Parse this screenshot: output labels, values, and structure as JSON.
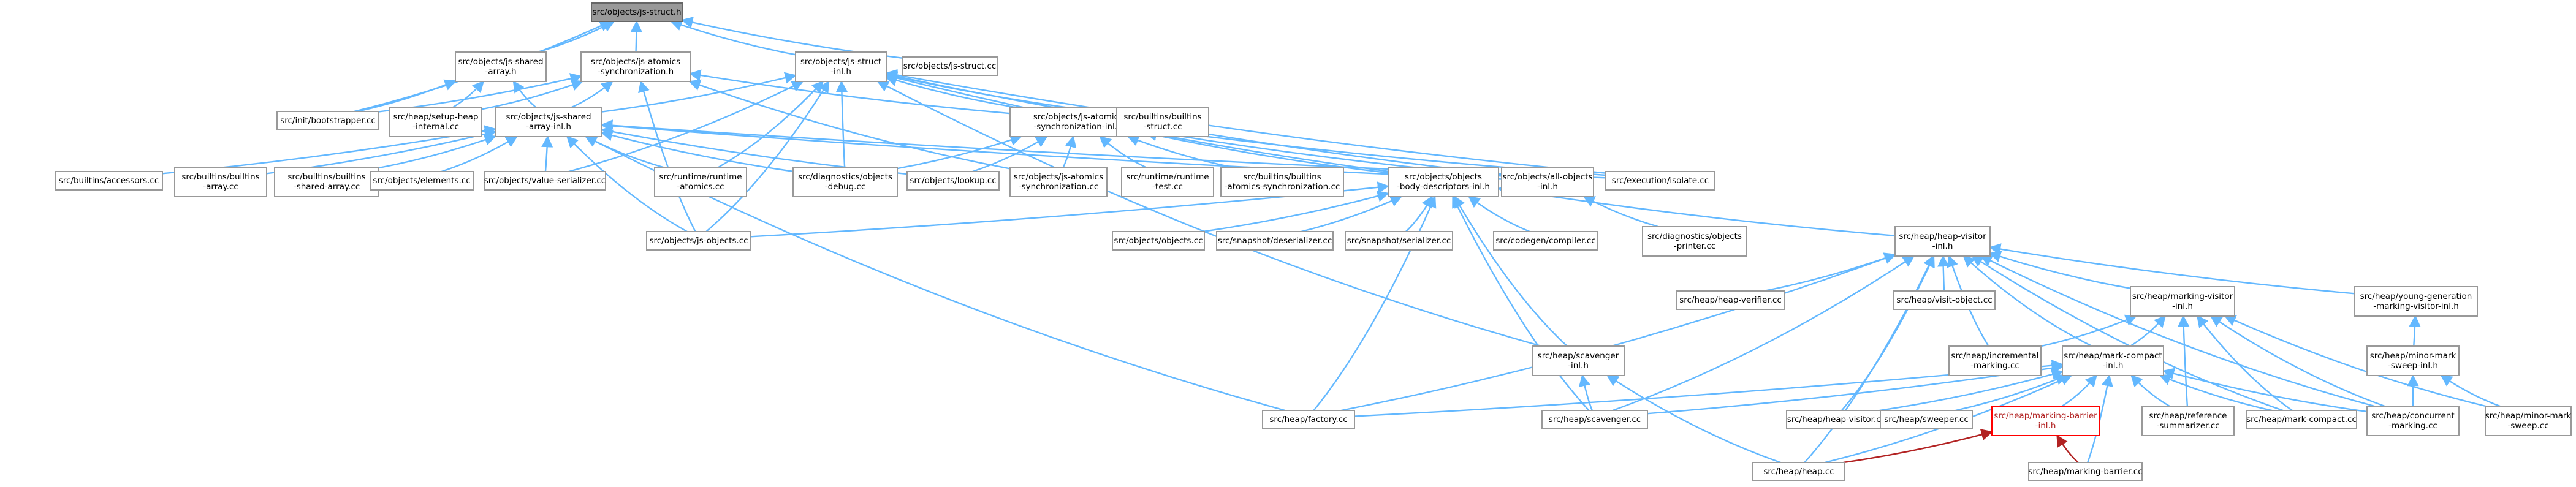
{
  "graph": {
    "nodes": [
      {
        "id": "jsstructh",
        "lines": [
          "src/objects/js-struct.h"
        ],
        "variant": "root"
      },
      {
        "id": "jssharedarrayh",
        "lines": [
          "src/objects/js-shared",
          "-array.h"
        ]
      },
      {
        "id": "jsatomicssynch",
        "lines": [
          "src/objects/js-atomics",
          "-synchronization.h"
        ]
      },
      {
        "id": "jsstructinlh",
        "lines": [
          "src/objects/js-struct",
          "-inl.h"
        ]
      },
      {
        "id": "jsstructcc",
        "lines": [
          "src/objects/js-struct.cc"
        ]
      },
      {
        "id": "bootstrapper",
        "lines": [
          "src/init/bootstrapper.cc"
        ]
      },
      {
        "id": "setupheap",
        "lines": [
          "src/heap/setup-heap",
          "-internal.cc"
        ]
      },
      {
        "id": "jssharedarrayinl",
        "lines": [
          "src/objects/js-shared",
          "-array-inl.h"
        ]
      },
      {
        "id": "jsatomicssyncinl",
        "lines": [
          "src/objects/js-atomics",
          "-synchronization-inl.h"
        ]
      },
      {
        "id": "builtinsstruct",
        "lines": [
          "src/builtins/builtins",
          "-struct.cc"
        ]
      },
      {
        "id": "accessors",
        "lines": [
          "src/builtins/accessors.cc"
        ]
      },
      {
        "id": "builtinsarray",
        "lines": [
          "src/builtins/builtins",
          "-array.cc"
        ]
      },
      {
        "id": "builtinssharedarray",
        "lines": [
          "src/builtins/builtins",
          "-shared-array.cc"
        ]
      },
      {
        "id": "elements",
        "lines": [
          "src/objects/elements.cc"
        ]
      },
      {
        "id": "valueserializer",
        "lines": [
          "src/objects/value-serializer.cc"
        ]
      },
      {
        "id": "runtimeatomics",
        "lines": [
          "src/runtime/runtime",
          "-atomics.cc"
        ]
      },
      {
        "id": "objectsdebug",
        "lines": [
          "src/diagnostics/objects",
          "-debug.cc"
        ]
      },
      {
        "id": "lookup",
        "lines": [
          "src/objects/lookup.cc"
        ]
      },
      {
        "id": "jsatomicssynccc",
        "lines": [
          "src/objects/js-atomics",
          "-synchronization.cc"
        ]
      },
      {
        "id": "runtimetest",
        "lines": [
          "src/runtime/runtime",
          "-test.cc"
        ]
      },
      {
        "id": "builtinsatomicssync",
        "lines": [
          "src/builtins/builtins",
          "-atomics-synchronization.cc"
        ]
      },
      {
        "id": "bodydescinl",
        "lines": [
          "src/objects/objects",
          "-body-descriptors-inl.h"
        ]
      },
      {
        "id": "allobjectsinl",
        "lines": [
          "src/objects/all-objects",
          "-inl.h"
        ]
      },
      {
        "id": "isolate",
        "lines": [
          "src/execution/isolate.cc"
        ]
      },
      {
        "id": "jsobjects",
        "lines": [
          "src/objects/js-objects.cc"
        ]
      },
      {
        "id": "objectscc",
        "lines": [
          "src/objects/objects.cc"
        ]
      },
      {
        "id": "deserializer",
        "lines": [
          "src/snapshot/deserializer.cc"
        ]
      },
      {
        "id": "serializer",
        "lines": [
          "src/snapshot/serializer.cc"
        ]
      },
      {
        "id": "compiler",
        "lines": [
          "src/codegen/compiler.cc"
        ]
      },
      {
        "id": "objectsprinter",
        "lines": [
          "src/diagnostics/objects",
          "-printer.cc"
        ]
      },
      {
        "id": "heapvisitorinl",
        "lines": [
          "src/heap/heap-visitor",
          "-inl.h"
        ]
      },
      {
        "id": "heapverifier",
        "lines": [
          "src/heap/heap-verifier.cc"
        ]
      },
      {
        "id": "visitobject",
        "lines": [
          "src/heap/visit-object.cc"
        ]
      },
      {
        "id": "markingvisitorinl",
        "lines": [
          "src/heap/marking-visitor",
          "-inl.h"
        ]
      },
      {
        "id": "younggen",
        "lines": [
          "src/heap/young-generation",
          "-marking-visitor-inl.h"
        ]
      },
      {
        "id": "scavengerinl",
        "lines": [
          "src/heap/scavenger",
          "-inl.h"
        ]
      },
      {
        "id": "incrementalmarking",
        "lines": [
          "src/heap/incremental",
          "-marking.cc"
        ]
      },
      {
        "id": "markcompactinl",
        "lines": [
          "src/heap/mark-compact",
          "-inl.h"
        ]
      },
      {
        "id": "minormarksweepinl",
        "lines": [
          "src/heap/minor-mark",
          "-sweep-inl.h"
        ]
      },
      {
        "id": "factory",
        "lines": [
          "src/heap/factory.cc"
        ]
      },
      {
        "id": "scavengercc",
        "lines": [
          "src/heap/scavenger.cc"
        ]
      },
      {
        "id": "heapvisitorcc",
        "lines": [
          "src/heap/heap-visitor.cc"
        ]
      },
      {
        "id": "sweeper",
        "lines": [
          "src/heap/sweeper.cc"
        ]
      },
      {
        "id": "markingbarrierinl",
        "lines": [
          "src/heap/marking-barrier",
          "-inl.h"
        ],
        "variant": "red"
      },
      {
        "id": "refsummarizer",
        "lines": [
          "src/heap/reference",
          "-summarizer.cc"
        ]
      },
      {
        "id": "markcompactcc",
        "lines": [
          "src/heap/mark-compact.cc"
        ]
      },
      {
        "id": "concurrentmarking",
        "lines": [
          "src/heap/concurrent",
          "-marking.cc"
        ]
      },
      {
        "id": "minormarksweepcc",
        "lines": [
          "src/heap/minor-mark",
          "-sweep.cc"
        ]
      },
      {
        "id": "heapcc",
        "lines": [
          "src/heap/heap.cc"
        ]
      },
      {
        "id": "markingbarriercc",
        "lines": [
          "src/heap/marking-barrier.cc"
        ]
      }
    ]
  },
  "colors": {
    "edge": "#63b8ff",
    "edge_highlight": "#b22222",
    "node_border": "#999999",
    "root_fill": "#999999",
    "highlight_border": "#ff0000"
  }
}
